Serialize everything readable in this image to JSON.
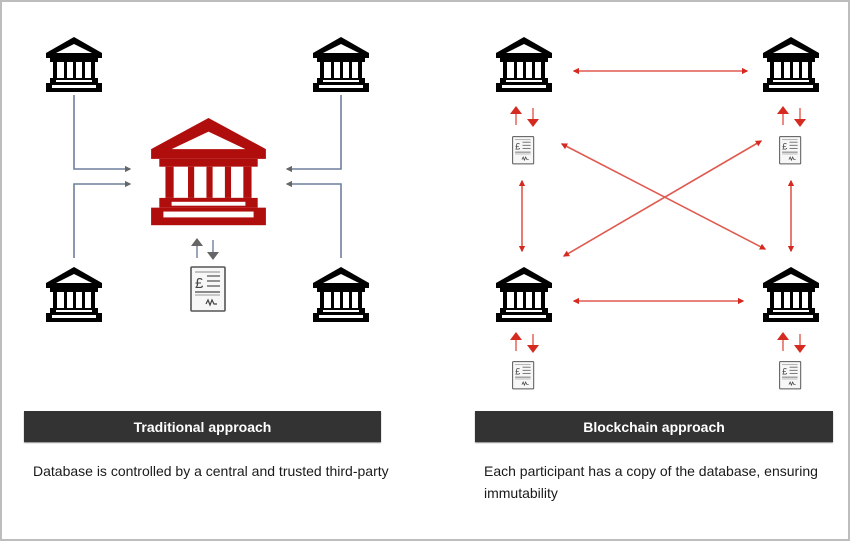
{
  "colors": {
    "accent_red": "#b00d0d",
    "arrow_red": "#d42a20",
    "connector_blue_grey": "#6f7f9a",
    "arrowhead_grey": "#666666",
    "banner_bg": "#333333",
    "banner_text": "#ffffff",
    "icon_black": "#000000"
  },
  "traditional": {
    "banner_label": "Traditional approach",
    "caption": "Database is controlled by a central and trusted third-party",
    "central_node": {
      "icon": "bank-icon",
      "color": "accent_red",
      "role": "central trusted third-party"
    },
    "participants": [
      {
        "icon": "bank-icon",
        "position": "top-left"
      },
      {
        "icon": "bank-icon",
        "position": "top-right"
      },
      {
        "icon": "bank-icon",
        "position": "bottom-left"
      },
      {
        "icon": "bank-icon",
        "position": "bottom-right"
      }
    ],
    "ledger": {
      "icon": "ledger-document-icon",
      "symbol": "£"
    }
  },
  "blockchain": {
    "banner_label": "Blockchain approach",
    "caption": "Each participant has a copy of the database, ensuring immutability",
    "participants": [
      {
        "icon": "bank-icon",
        "position": "top-left",
        "has_ledger_copy": true
      },
      {
        "icon": "bank-icon",
        "position": "top-right",
        "has_ledger_copy": true
      },
      {
        "icon": "bank-icon",
        "position": "bottom-left",
        "has_ledger_copy": true
      },
      {
        "icon": "bank-icon",
        "position": "bottom-right",
        "has_ledger_copy": true
      }
    ],
    "links": [
      {
        "from": "top-left",
        "to": "top-right",
        "bidirectional": true
      },
      {
        "from": "bottom-left",
        "to": "bottom-right",
        "bidirectional": true
      },
      {
        "from": "top-left",
        "to": "bottom-left",
        "bidirectional": true
      },
      {
        "from": "top-right",
        "to": "bottom-right",
        "bidirectional": true
      },
      {
        "from": "top-left",
        "to": "bottom-right",
        "bidirectional": true
      },
      {
        "from": "top-right",
        "to": "bottom-left",
        "bidirectional": true
      }
    ],
    "ledger": {
      "icon": "ledger-document-icon",
      "symbol": "£"
    }
  }
}
